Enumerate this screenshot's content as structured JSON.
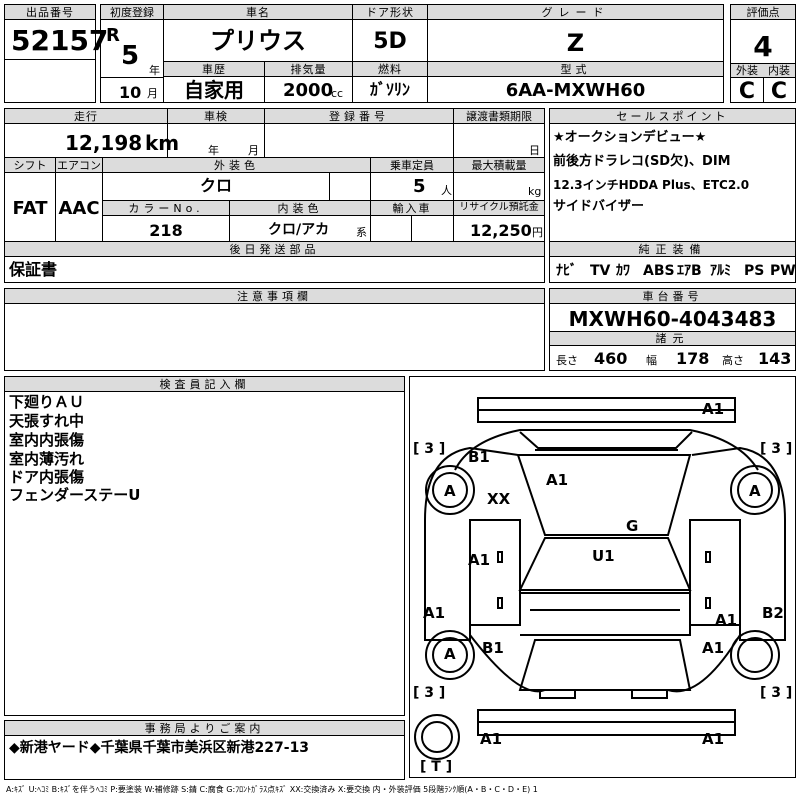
{
  "lot": {
    "label": "出品番号",
    "value": "52157"
  },
  "first_reg": {
    "label": "初度登録",
    "era": "R",
    "year": "5",
    "year_unit": "年",
    "month": "10",
    "month_unit": "月"
  },
  "car_name": {
    "label": "車名",
    "value": "プリウス"
  },
  "door": {
    "label": "ドア形状",
    "value": "5D"
  },
  "grade": {
    "label": "グレード",
    "value": "Z"
  },
  "score": {
    "label": "評価点",
    "value": "4",
    "ext_label": "外装",
    "ext": "C",
    "int_label": "内装",
    "int": "C"
  },
  "history": {
    "label": "車歴",
    "value": "自家用"
  },
  "displacement": {
    "label": "排気量",
    "value": "2000",
    "unit": "cc"
  },
  "fuel": {
    "label": "燃料",
    "value": "ｶﾞｿﾘﾝ"
  },
  "model": {
    "label": "型式",
    "value": "6AA-MXWH60"
  },
  "mileage": {
    "label": "走行",
    "value": "12,198",
    "unit": "km"
  },
  "inspection": {
    "label": "車検",
    "year_unit": "年",
    "month_unit": "月"
  },
  "plate": {
    "label": "登録番号"
  },
  "transfer": {
    "label": "譲渡書類期限",
    "unit": "日"
  },
  "sales": {
    "label": "セールスポイント",
    "lines": [
      "★オークションデビュー★",
      "前後方ドラレコ(SD欠)、DIM",
      "12.3インチHDDA Plus、ETC2.0",
      "サイドバイザー"
    ]
  },
  "shift": {
    "label": "シフト",
    "value": "FAT"
  },
  "aircon": {
    "label": "エアコン",
    "value": "AAC"
  },
  "ext_color": {
    "label": "外装色",
    "value": "クロ"
  },
  "capacity": {
    "label": "乗車定員",
    "value": "5",
    "unit": "人"
  },
  "max_load": {
    "label": "最大積載量",
    "unit": "kg"
  },
  "color_no": {
    "label": "カラーNo.",
    "value": "218"
  },
  "int_color": {
    "label": "内装色",
    "value": "クロ/アカ",
    "unit": "系"
  },
  "import": {
    "label": "輸入車"
  },
  "recycle": {
    "label": "リサイクル預託金",
    "value": "12,250",
    "unit": "円"
  },
  "later_parts": {
    "label": "後日発送部品"
  },
  "warranty": {
    "value": "保証書"
  },
  "genuine": {
    "label": "純正装備",
    "items": [
      "ﾅﾋﾞ",
      "TV",
      "ｶﾜ",
      "ABS",
      "ｴｱB",
      "ｱﾙﾐ",
      "PS",
      "PW"
    ]
  },
  "notes": {
    "label": "注意事項欄"
  },
  "chassis": {
    "label": "車台番号",
    "value": "MXWH60-4043483"
  },
  "specs": {
    "label": "諸元",
    "length_label": "長さ",
    "length": "460",
    "width_label": "幅",
    "width": "178",
    "height_label": "高さ",
    "height": "143"
  },
  "inspector": {
    "label": "検査員記入欄",
    "lines": [
      "下廻りＡＵ",
      "天張すれ中",
      "室内内張傷",
      "室内薄汚れ",
      "ドア内張傷",
      "フェンダーステーU"
    ]
  },
  "office": {
    "label": "事務局よりご案内",
    "value": "◆新港ヤード◆千葉県千葉市美浜区新港227-13"
  },
  "legend": {
    "value": "A:ｷｽﾞ U:ﾍｺﾐ B:ｷｽﾞを伴うﾍｺﾐ P:要塗装 W:補修跡 S:錆 C:腐食 G:ﾌﾛﾝﾄｶﾞﾗｽ点ｷｽﾞ XX:交換済み X:要交換 内・外装評価 5段階ﾗﾝｸ順(A・B・C・D・E) 1"
  },
  "diagram": {
    "tread_left_top": "[ 3 ]",
    "tread_right_top": "[ 3 ]",
    "tread_left_bottom": "[ 3 ]",
    "tread_right_bottom": "[ 3 ]",
    "spare": "[ T ]",
    "marks": {
      "front_bumper": "A1",
      "front_left_fender": "B1",
      "front_left_wheel": "A",
      "xx": "XX",
      "hood": "A1",
      "front_right_wheel": "A",
      "glass": "G",
      "left_front_door": "A1",
      "roof": "U1",
      "left_rear_panel": "A1",
      "right_rear_door": "A1",
      "right_rear_panel": "B2",
      "rear_left_fender": "B1",
      "rear_left_wheel": "A",
      "rear_right_fender": "A1",
      "rear_left_bumper": "A1",
      "rear_right_bumper": "A1"
    }
  }
}
